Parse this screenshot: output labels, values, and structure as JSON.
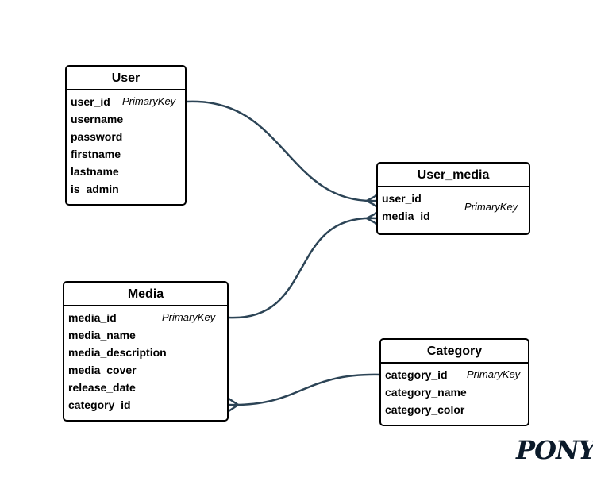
{
  "entities": {
    "user": {
      "name": "User",
      "attributes": [
        "user_id",
        "username",
        "password",
        "firstname",
        "lastname",
        "is_admin"
      ],
      "key_label": "PrimaryKey"
    },
    "user_media": {
      "name": "User_media",
      "attributes": [
        "user_id",
        "media_id"
      ],
      "key_label": "PrimaryKey"
    },
    "media": {
      "name": "Media",
      "attributes": [
        "media_id",
        "media_name",
        "media_description",
        "media_cover",
        "release_date",
        "category_id"
      ],
      "key_label": "PrimaryKey"
    },
    "category": {
      "name": "Category",
      "attributes": [
        "category_id",
        "category_name",
        "category_color"
      ],
      "key_label": "PrimaryKey"
    }
  },
  "relationships": [
    {
      "from": "User.user_id",
      "to": "User_media.user_id",
      "cardinality": "one-to-many"
    },
    {
      "from": "Media.media_id",
      "to": "User_media.media_id",
      "cardinality": "one-to-many"
    },
    {
      "from": "Category.category_id",
      "to": "Media.category_id",
      "cardinality": "one-to-many"
    }
  ],
  "colors": {
    "connector": "#2c4456",
    "border": "#000000"
  },
  "logo": {
    "text": "PONY"
  }
}
